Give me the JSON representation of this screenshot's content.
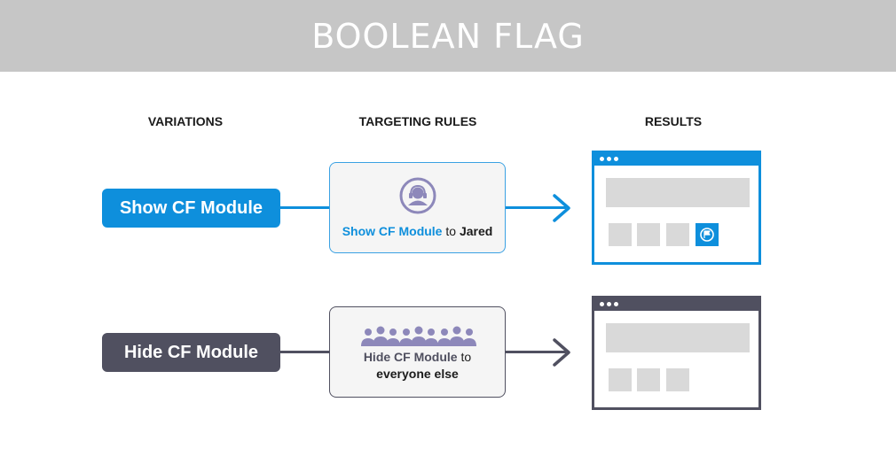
{
  "header": {
    "title": "BOOLEAN FLAG"
  },
  "columns": {
    "variations": "VARIATIONS",
    "targeting_rules": "TARGETING RULES",
    "results": "RESULTS"
  },
  "rows": [
    {
      "variation_label": "Show CF Module",
      "rule": {
        "highlight": "Show CF Module",
        "middle": " to ",
        "target": "Jared"
      },
      "icon": "user-headset-icon",
      "color": "#0e8fdc"
    },
    {
      "variation_label": "Hide CF Module",
      "rule": {
        "highlight": "Hide CF Module",
        "middle": " to",
        "target": "everyone else"
      },
      "icon": "group-users-icon",
      "color": "#505060"
    }
  ],
  "colors": {
    "banner": "#c6c6c6",
    "accent_blue": "#0e8fdc",
    "accent_dark": "#505060",
    "placeholder": "#d9d9d9"
  }
}
